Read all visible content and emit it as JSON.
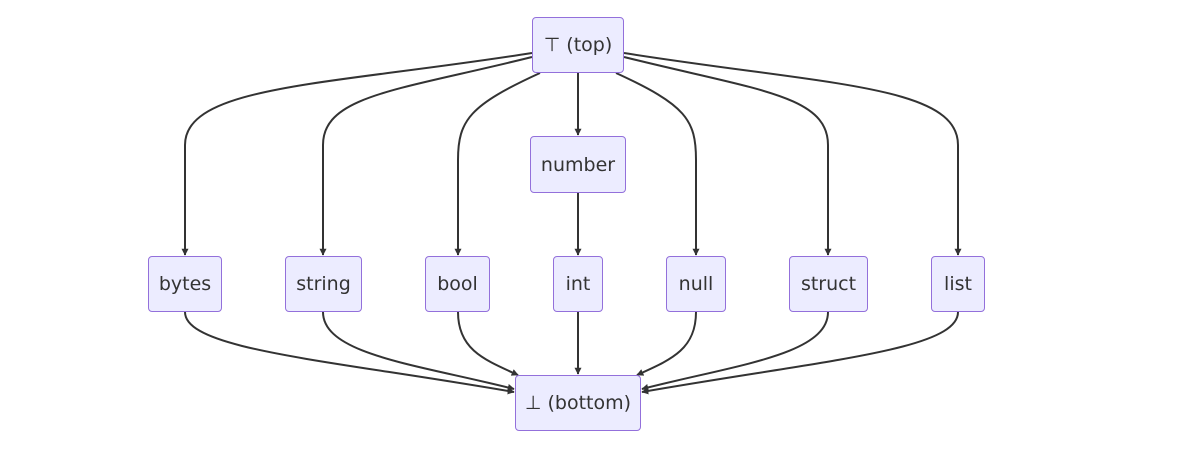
{
  "diagram": {
    "colors": {
      "node_fill": "#ECECFF",
      "node_border": "#9370DB",
      "edge": "#333333",
      "text": "#333333"
    },
    "nodes": {
      "top": {
        "label": "⊤ (top)"
      },
      "number": {
        "label": "number"
      },
      "bytes": {
        "label": "bytes"
      },
      "string": {
        "label": "string"
      },
      "bool": {
        "label": "bool"
      },
      "int": {
        "label": "int"
      },
      "null": {
        "label": "null"
      },
      "struct": {
        "label": "struct"
      },
      "list": {
        "label": "list"
      },
      "bottom": {
        "label": "⊥ (bottom)"
      }
    },
    "edges": [
      {
        "from": "top",
        "to": "bytes"
      },
      {
        "from": "top",
        "to": "string"
      },
      {
        "from": "top",
        "to": "bool"
      },
      {
        "from": "top",
        "to": "number"
      },
      {
        "from": "top",
        "to": "null"
      },
      {
        "from": "top",
        "to": "struct"
      },
      {
        "from": "top",
        "to": "list"
      },
      {
        "from": "number",
        "to": "int"
      },
      {
        "from": "bytes",
        "to": "bottom"
      },
      {
        "from": "string",
        "to": "bottom"
      },
      {
        "from": "bool",
        "to": "bottom"
      },
      {
        "from": "int",
        "to": "bottom"
      },
      {
        "from": "null",
        "to": "bottom"
      },
      {
        "from": "struct",
        "to": "bottom"
      },
      {
        "from": "list",
        "to": "bottom"
      }
    ]
  }
}
